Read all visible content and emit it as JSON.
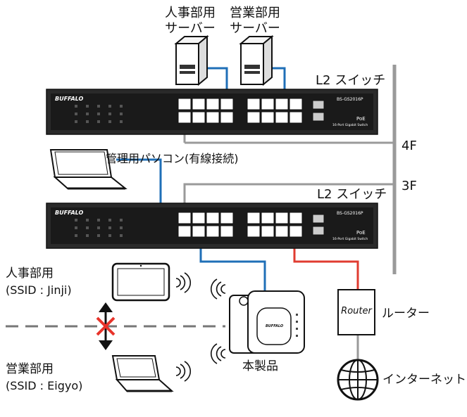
{
  "labels": {
    "hr_server": [
      "人事部用",
      "サーバー"
    ],
    "sales_server": [
      "営業部用",
      "サーバー"
    ],
    "l2_switch_top": "L2 スイッチ",
    "l2_switch_bottom": "L2 スイッチ",
    "floor_4f": "4F",
    "floor_3f": "3F",
    "admin_pc": "管理用パソコン(有線接続)",
    "hr_dept": [
      "人事部用",
      "(SSID : Jinji)"
    ],
    "sales_dept": [
      "営業部用",
      "(SSID : Eigyo)"
    ],
    "router": "Router",
    "router_label": "ルーター",
    "this_product": "本製品",
    "internet": "インターネット"
  },
  "switch": {
    "brand": "BUFFALO",
    "model": "BS-GS2016P",
    "poe": "PoE",
    "desc": "16-Port Gigabit Switch"
  },
  "ap_brand": "BUFFALO",
  "colors": {
    "blue_link": "#1f6fb7",
    "red_link": "#e03c31",
    "gray_link": "#9a9a9a",
    "block_x": "#e8332a"
  }
}
